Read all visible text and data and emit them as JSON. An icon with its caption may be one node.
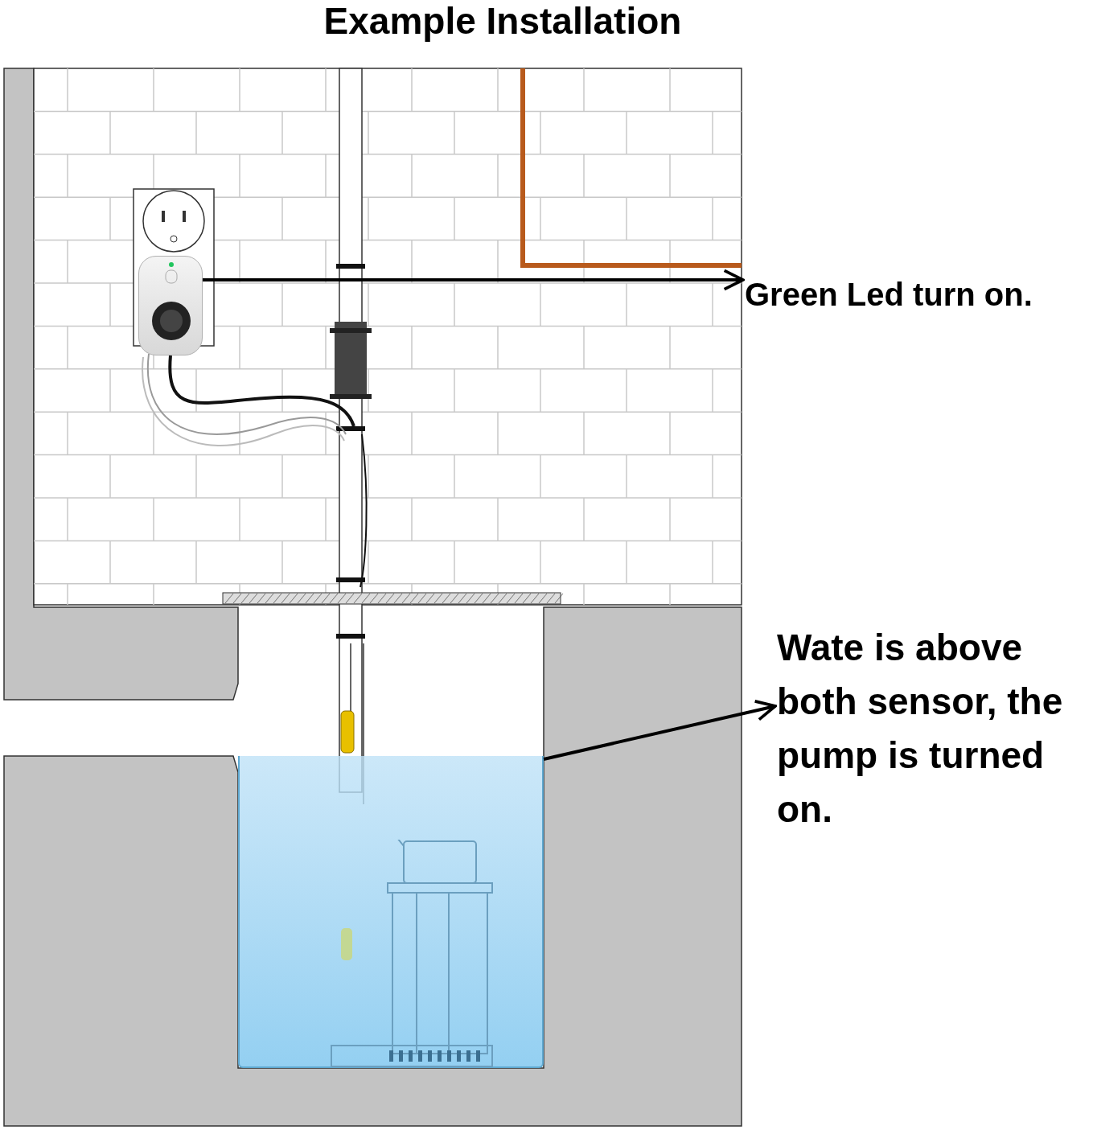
{
  "diagram": {
    "title": "Example Installation",
    "nodes": [
      {
        "text": [
          "Green Led turn on."
        ]
      },
      {
        "text": [
          "Wate is above both sensor, the pump is turned on."
        ]
      },
      {
        "text": [],
        "shape": "picture"
      },
      {
        "text": [],
        "shape": "box"
      }
    ],
    "edges": [
      {
        "from": 2,
        "to": 0,
        "arrow": "to"
      },
      {
        "from": 3,
        "to": 1,
        "arrow": "to"
      }
    ]
  }
}
